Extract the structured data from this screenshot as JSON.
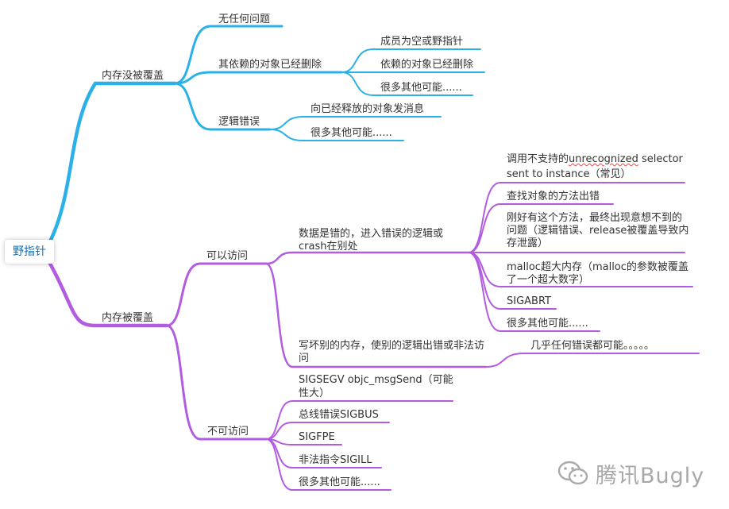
{
  "root": "野指针",
  "colors": {
    "blue_branch": "#2bb1e8",
    "purple_branch": "#b25ce0"
  },
  "branch_a": {
    "label": "内存没被覆盖",
    "children": [
      {
        "label": "无任何问题"
      },
      {
        "label": "其依赖的对象已经删除",
        "children": [
          "成员为空或野指针",
          "依赖的对象已经删除",
          "很多其他可能......"
        ]
      },
      {
        "label": "逻辑错误",
        "children": [
          "向已经释放的对象发消息",
          "很多其他可能......"
        ]
      }
    ]
  },
  "branch_b": {
    "label": "内存被覆盖",
    "accessible": {
      "label": "可以访问",
      "wrong_data": {
        "label": "数据是错的，进入错误的逻辑或crash在别处",
        "leaf_unrecognized_pre": "调用不支持的",
        "leaf_unrecognized_word": "unrecognized",
        "leaf_unrecognized_post": " selector sent to instance（常见）",
        "leaf_find_method": "查找对象的方法出错",
        "leaf_just_has_method": "刚好有这个方法，最终出现意想不到的问题（逻辑错误、release被覆盖导致内存泄露）",
        "leaf_malloc": "malloc超大内存（malloc的参数被覆盖了一个超大数字）",
        "leaf_sigabrt": "SIGABRT",
        "leaf_more": "很多其他可能......"
      },
      "write_bad": {
        "label": "写坏别的内存，使别的逻辑出错或非法访问",
        "leaf": "几乎任何错误都可能。。。。。"
      }
    },
    "inaccessible": {
      "label": "不可访问",
      "children": [
        "SIGSEGV objc_msgSend（可能性大）",
        "总线错误SIGBUS",
        "SIGFPE",
        "非法指令SIGILL",
        "很多其他可能......"
      ]
    }
  },
  "watermark": "腾讯Bugly"
}
